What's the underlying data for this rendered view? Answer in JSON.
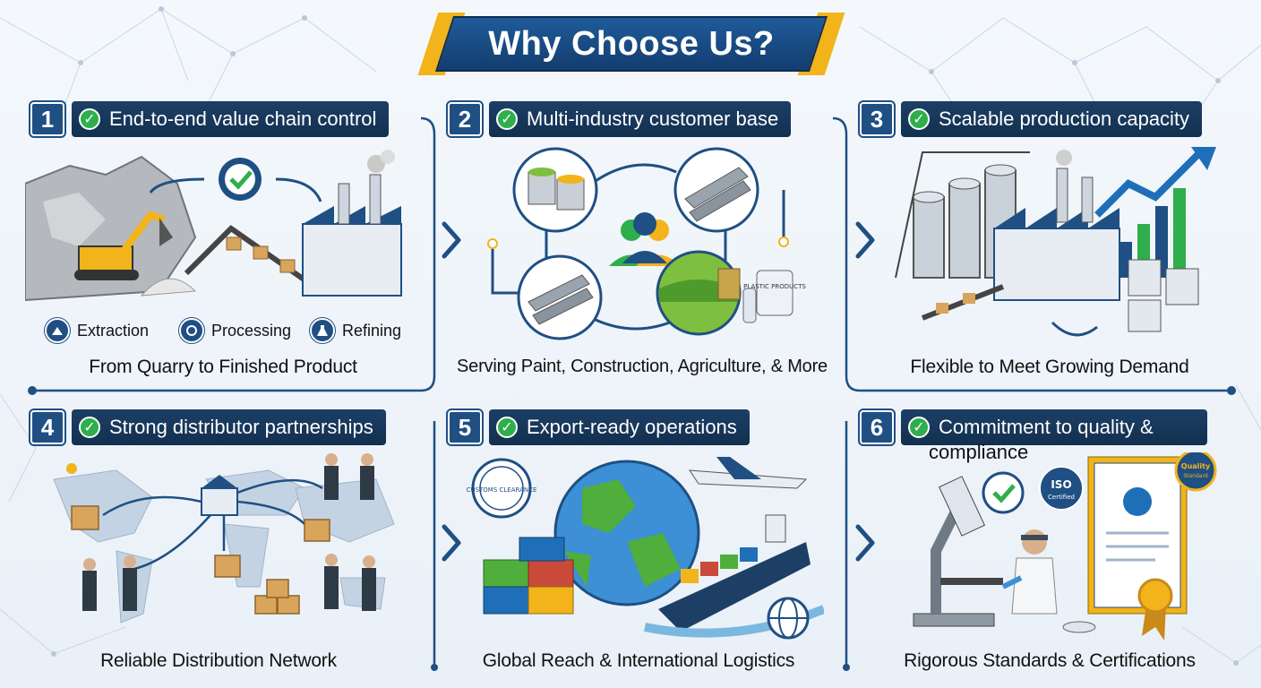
{
  "title": "Why Choose Us?",
  "panels": [
    {
      "number": "1",
      "heading": "End-to-end value chain control",
      "caption": "From Quarry to Finished Product",
      "steps": [
        "Extraction",
        "Processing",
        "Refining"
      ]
    },
    {
      "number": "2",
      "heading": "Multi-industry customer base",
      "caption": "Serving Paint, Construction, Agriculture, & More",
      "product_label": "PLASTIC PRODUCTS"
    },
    {
      "number": "3",
      "heading": "Scalable production capacity",
      "caption": "Flexible to Meet Growing Demand"
    },
    {
      "number": "4",
      "heading": "Strong distributor partnerships",
      "caption": "Reliable Distribution Network"
    },
    {
      "number": "5",
      "heading": "Export-ready operations",
      "caption": "Global Reach & International Logistics",
      "stamp_label": "CUSTOMS CLEARANCE"
    },
    {
      "number": "6",
      "heading": "Commitment to quality &",
      "heading_wrap": "compliance",
      "caption": "Rigorous Standards & Certifications",
      "iso_line1": "ISO",
      "iso_line2": "Certified",
      "badge_line1": "Quality",
      "badge_line2": "Standard"
    }
  ],
  "colors": {
    "navy": "#1f4f83",
    "dark_bar": "#12304f",
    "accent_yellow": "#f2b31b",
    "check_green": "#2fae4c"
  }
}
